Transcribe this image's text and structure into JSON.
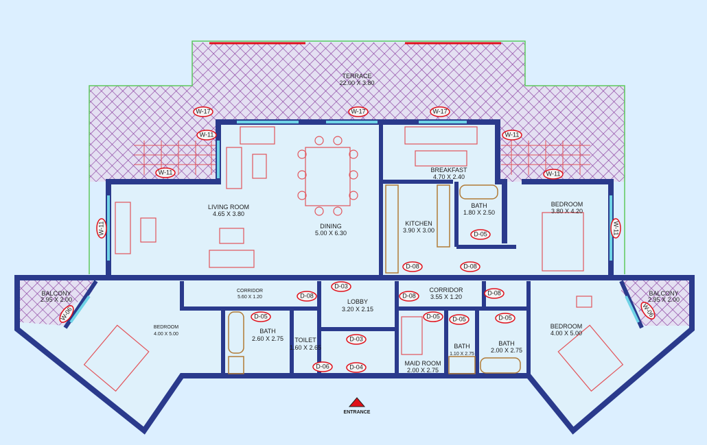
{
  "title": "Apartment floor plan",
  "colors": {
    "wall": "#2a3a8c",
    "hatch": "#8a3fa0",
    "furniture": "#e2545a",
    "tag": "#e0101a",
    "boundary": "#5cc85c",
    "background": "#dcefff"
  },
  "rooms": {
    "terrace": {
      "name": "TERRACE",
      "size": "22.00 X 3.80"
    },
    "living": {
      "name": "LIVING ROOM",
      "size": "4.65 X 3.80"
    },
    "dining": {
      "name": "DINING",
      "size": "5.00 X 6.30"
    },
    "breakfast": {
      "name": "BREAKFAST",
      "size": "4.70 X 2.40"
    },
    "kitchen": {
      "name": "KITCHEN",
      "size": "3.90 X 3.00"
    },
    "bath_upper": {
      "name": "BATH",
      "size": "1.80 X 2.50"
    },
    "bedroom_upper": {
      "name": "BEDROOM",
      "size": "3.80 X 4.20"
    },
    "balcony_left": {
      "name": "BALCONY",
      "size": "2.95 X 2.00"
    },
    "corridor_left": {
      "name": "CORRIDOR",
      "size": "5.60 X 1.20"
    },
    "bedroom_left": {
      "name": "BEDROOM",
      "size": "4.00 X 5.00"
    },
    "bath_left": {
      "name": "BATH",
      "size": "2.60 X 2.75"
    },
    "toilet": {
      "name": "TOILET",
      "size": "1.60 X 2.65"
    },
    "lobby": {
      "name": "LOBBY",
      "size": "3.20 X 2.15"
    },
    "corridor_right": {
      "name": "CORRIDOR",
      "size": "3.55 X 1.20"
    },
    "maid": {
      "name": "MAID ROOM",
      "size": "2.00 X 2.75"
    },
    "bath_small": {
      "name": "BATH",
      "size": "1.10 X 2.75"
    },
    "bath_right": {
      "name": "BATH",
      "size": "2.00 X 2.75"
    },
    "bedroom_right": {
      "name": "BEDROOM",
      "size": "4.00 X 5.00"
    },
    "balcony_right": {
      "name": "BALCONY",
      "size": "2.95 X 2.00"
    }
  },
  "tags": {
    "w17": "W-17",
    "w11": "W-11",
    "w06": "W-06",
    "d03": "D-03",
    "d04": "D-04",
    "d05": "D-05",
    "d06": "D-06",
    "d08": "D-08"
  },
  "entrance": "ENTRANCE"
}
